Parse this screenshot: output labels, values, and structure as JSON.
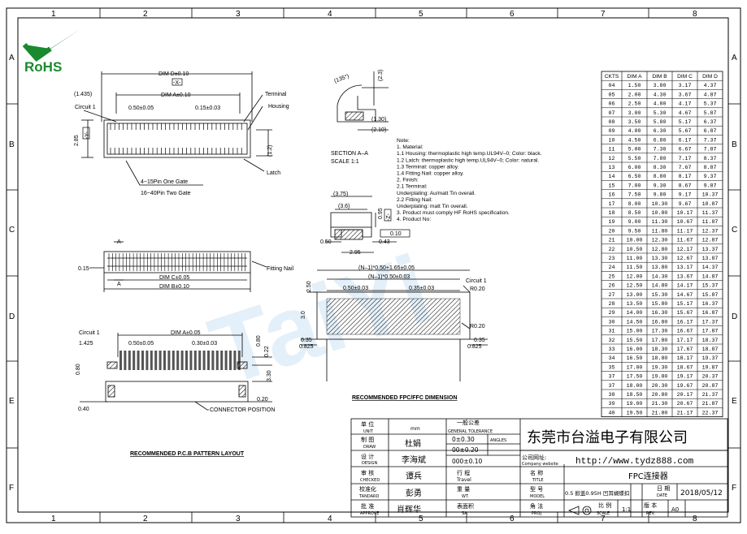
{
  "frame": {
    "cols_top": [
      "1",
      "2",
      "3",
      "4",
      "5",
      "6",
      "7",
      "8"
    ],
    "rows_side": [
      "A",
      "B",
      "C",
      "D",
      "E",
      "F"
    ]
  },
  "logo": {
    "text": "RoHS",
    "color": "#1a8a2e"
  },
  "watermark": {
    "text": "TaiYi",
    "color": "#7ab8e6"
  },
  "top_view": {
    "dim_d": "DIM D±0.10",
    "datum_x": "-X-",
    "dim_a": "DIM A±0.10",
    "offset": "(1.435)",
    "circuit": "Circuit 1",
    "pitch": "0.50±0.05",
    "pitch2": "0.15±0.03",
    "terminal": "Terminal",
    "housing": "Housing",
    "height": "2.85",
    "datum_y": "-Y-",
    "h12": "(1.2)",
    "latch": "Latch",
    "gate1": "4~15Pin One Gate",
    "gate2": "16~40Pin Two Gate"
  },
  "section": {
    "angle": "(135°)",
    "d23": "(2.3)",
    "d130": "(1.30)",
    "d210": "(2.10)",
    "title": "SECTION A–A",
    "scale": "SCALE    1:1"
  },
  "notes": [
    "Note:",
    "1. Material:",
    "  1.1 Housing: thermoplastic high temp.UL94V–0; Color: black.",
    "  1.2 Latch: thermoplastic high temp.UL94V–0; Color: natural.",
    "  1.3 Terminal: copper alloy.",
    "  1.4 Fitting Nail: copper alloy.",
    "2. Finish:",
    "  2.1 Terminal:",
    "       Underplating: Au/matt Tin overall.",
    "  2.2 Fitting Nail:",
    "       Underplating: matt Tin overall.",
    "3. Product must comply HF RoHS specification.",
    "4. Product No:"
  ],
  "side_view": {
    "d375": "(3.75)",
    "d36": "(3.6)",
    "d095": "0.95",
    "datum_z": "-Z-",
    "flat": "0.10",
    "d050": "0.50",
    "d043": "0.43",
    "d295": "2.95"
  },
  "bottom_view": {
    "label_a": "A",
    "d015": "0.15",
    "fitting": "Fitting Nail",
    "dim_c": "DIM C±0.05",
    "dim_b": "DIM B±0.10"
  },
  "pcb": {
    "circuit": "Circuit 1",
    "d1425": "1.425",
    "dim_a": "DIM A±0.05",
    "pitch": "0.50±0.05",
    "pitch2": "0.30±0.03",
    "d080": "0.80",
    "d022": "0.22",
    "d330": "3.30",
    "d020": "0.20",
    "d040": "0.40",
    "d080b": "0.80",
    "position": "CONNECTOR POSITION",
    "title": "RECOMMENDED P.C.B PATTERN LAYOUT"
  },
  "fpc": {
    "n1": "(N–1)*0.50+1.65±0.05",
    "n2": "(N–1)*0.50±0.03",
    "pitch": "0.50±0.03",
    "pitch2": "0.35±0.03",
    "circuit": "Circuit 1",
    "r020": "R0.20",
    "r020b": "R0.20",
    "d250": "2.50",
    "d30": "3.0",
    "d035": "0.35",
    "d0825": "0.825",
    "d035b": "0.35",
    "d0825b": "0.825",
    "title": "RECOMMENDED FPC/FFC DIMENSION"
  },
  "ck_table": {
    "headers": [
      "CKTS",
      "DIM A",
      "DIM B",
      "DIM C",
      "DIM D"
    ],
    "rows": [
      [
        "04",
        "1.50",
        "3.80",
        "3.17",
        "4.37"
      ],
      [
        "05",
        "2.00",
        "4.30",
        "3.67",
        "4.87"
      ],
      [
        "06",
        "2.50",
        "4.80",
        "4.17",
        "5.37"
      ],
      [
        "07",
        "3.00",
        "5.30",
        "4.67",
        "5.87"
      ],
      [
        "08",
        "3.50",
        "5.80",
        "5.17",
        "6.37"
      ],
      [
        "09",
        "4.00",
        "6.30",
        "5.67",
        "6.87"
      ],
      [
        "10",
        "4.50",
        "6.80",
        "6.17",
        "7.37"
      ],
      [
        "11",
        "5.00",
        "7.30",
        "6.67",
        "7.87"
      ],
      [
        "12",
        "5.50",
        "7.80",
        "7.17",
        "8.37"
      ],
      [
        "13",
        "6.00",
        "8.30",
        "7.67",
        "8.87"
      ],
      [
        "14",
        "6.50",
        "8.80",
        "8.17",
        "9.37"
      ],
      [
        "15",
        "7.00",
        "9.30",
        "8.67",
        "9.87"
      ],
      [
        "16",
        "7.50",
        "9.80",
        "9.17",
        "10.37"
      ],
      [
        "17",
        "8.00",
        "10.30",
        "9.67",
        "10.87"
      ],
      [
        "18",
        "8.50",
        "10.80",
        "10.17",
        "11.37"
      ],
      [
        "19",
        "9.00",
        "11.30",
        "10.67",
        "11.87"
      ],
      [
        "20",
        "9.50",
        "11.80",
        "11.17",
        "12.37"
      ],
      [
        "21",
        "10.00",
        "12.30",
        "11.67",
        "12.87"
      ],
      [
        "22",
        "10.50",
        "12.80",
        "12.17",
        "13.37"
      ],
      [
        "23",
        "11.00",
        "13.30",
        "12.67",
        "13.87"
      ],
      [
        "24",
        "11.50",
        "13.80",
        "13.17",
        "14.37"
      ],
      [
        "25",
        "12.00",
        "14.30",
        "13.67",
        "14.87"
      ],
      [
        "26",
        "12.50",
        "14.80",
        "14.17",
        "15.37"
      ],
      [
        "27",
        "13.00",
        "15.30",
        "14.67",
        "15.87"
      ],
      [
        "28",
        "13.50",
        "15.80",
        "15.17",
        "16.37"
      ],
      [
        "29",
        "14.00",
        "16.30",
        "15.67",
        "16.87"
      ],
      [
        "30",
        "14.50",
        "16.80",
        "16.17",
        "17.37"
      ],
      [
        "31",
        "15.00",
        "17.30",
        "16.67",
        "17.87"
      ],
      [
        "32",
        "15.50",
        "17.80",
        "17.17",
        "18.37"
      ],
      [
        "33",
        "16.00",
        "18.30",
        "17.67",
        "18.87"
      ],
      [
        "34",
        "16.50",
        "18.80",
        "18.17",
        "19.37"
      ],
      [
        "35",
        "17.00",
        "19.30",
        "18.67",
        "19.87"
      ],
      [
        "37",
        "17.50",
        "19.80",
        "19.17",
        "20.37"
      ],
      [
        "37",
        "18.00",
        "20.30",
        "19.67",
        "20.87"
      ],
      [
        "38",
        "18.50",
        "20.80",
        "20.17",
        "21.37"
      ],
      [
        "39",
        "19.00",
        "21.30",
        "20.67",
        "21.87"
      ],
      [
        "40",
        "19.50",
        "21.80",
        "21.17",
        "22.37"
      ]
    ]
  },
  "title_block": {
    "unit_cn": "单  位",
    "unit_en": "UNIT",
    "unit_val": "mm",
    "tol_cn": "一般公差",
    "tol_en": "GENERAL TOLERANCE",
    "tol1": "0±0.30",
    "tol_angle": "ANGLES",
    "tol2": "00±0.20",
    "tol3": "000±0.10",
    "draw_cn": "制  图",
    "draw_en": "DRAW",
    "draw_name": "杜娟",
    "design_cn": "设  计",
    "design_en": "DESIGN",
    "design_name": "李海斌",
    "check_cn": "审  核",
    "check_en": "CHECKED",
    "check_name": "谭兵",
    "std_cn": "校准化",
    "std_en": "TANDARD",
    "std_name": "彭勇",
    "appr_cn": "批  准",
    "appr_en": "APPROVE",
    "appr_name": "肖辉华",
    "company": "东莞市台溢电子有限公司",
    "site_cn": "公司网址:",
    "site_en": "Company website",
    "url": "http://www.tydz888.com",
    "name_cn": "名  称",
    "name_en": "TITLE",
    "name_val": "FPC连接器",
    "trip_cn": "行  程",
    "trip_en": "Travel",
    "wt_cn": "重  量",
    "wt_en": "WT.",
    "model_cn": "型  号",
    "model_en": "MODEL",
    "model_val": "0.5 掀盖0.95H 凹耳蝴蝶扣",
    "date_cn": "日  期",
    "date_en": "DATE",
    "date_val": "2018/05/12",
    "surf_cn": "表面积",
    "surf_en": "SA.",
    "proj_cn": "角  法",
    "proj_en": "PROJ.",
    "scale_cn": "比 例",
    "scale_en": "SCALE",
    "scale_val": "1:1",
    "rev_cn": "版 本",
    "rev_en": "REV.",
    "rev_val": "A0"
  }
}
